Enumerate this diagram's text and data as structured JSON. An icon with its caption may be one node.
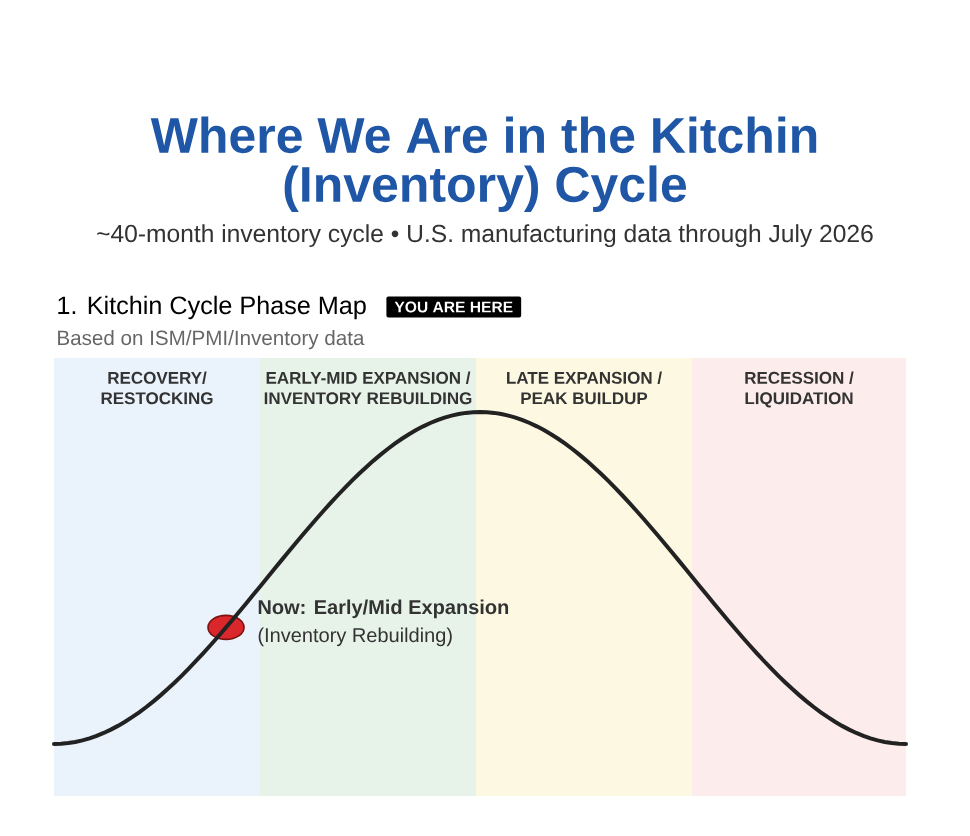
{
  "diagram": {
    "title": "Where We Are in the Kitchin (Inventory) Cycle",
    "nodes": [
      {
        "text": [
          "YOU ARE HERE"
        ]
      },
      {
        "text": [
          "RECOVERY/ RESTOCKING"
        ]
      },
      {
        "text": [
          "EARLY-MID EXPANSION / INVENTORY REBUILDING"
        ]
      },
      {
        "text": [
          "LATE EXPANSION / PEAK BUILDUP"
        ]
      },
      {
        "text": [
          "RECESSION / LIQUIDATION"
        ]
      }
    ],
    "labels": [
      "~40-month inventory cycle • U.S. manufacturing data through July 2026",
      "1. Kitchin Cycle Phase Map",
      "Based on ISM/PMI/Inventory data",
      "Now: Early/Mid Expansion",
      "(Inventory Rebuilding)"
    ]
  }
}
